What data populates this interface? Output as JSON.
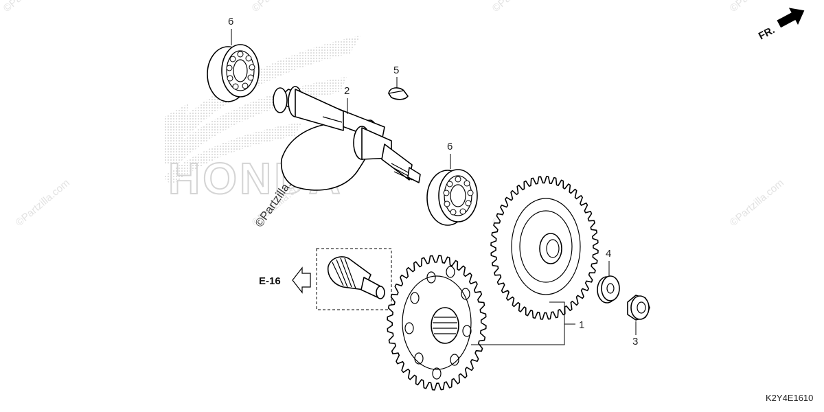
{
  "callouts": {
    "c1": "1",
    "c2": "2",
    "c3": "3",
    "c4": "4",
    "c5": "5",
    "c6a": "6",
    "c6b": "6"
  },
  "reference_label": "E-16",
  "direction_label": "FR.",
  "diagram_code": "K2Y4E1610",
  "watermark": {
    "text": "©Partzilla.com",
    "short": "©Pa"
  },
  "brand_watermark": "HONDA"
}
